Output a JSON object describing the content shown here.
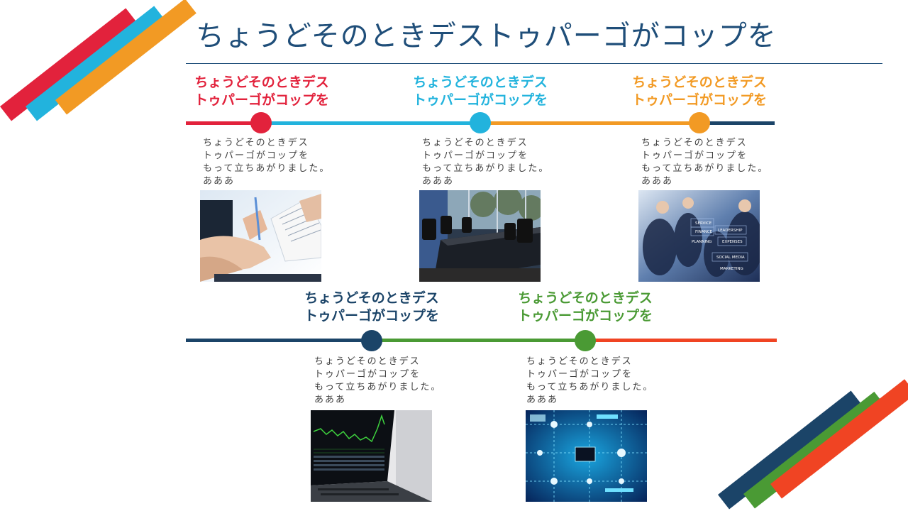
{
  "slide": {
    "title": "ちょうどそのときデストゥパーゴがコップを"
  },
  "colors": {
    "red": "#e2223c",
    "cyan": "#22b3dd",
    "orange": "#f29a24",
    "navy": "#1b4468",
    "green": "#4a9a34",
    "coral": "#f04423"
  },
  "timeline_top": [
    {
      "heading_line1": "ちょうどそのときデス",
      "heading_line2": "トゥパーゴがコップを",
      "body_line1": "ちょうどそのときデス",
      "body_line2": "トゥパーゴがコップを",
      "body_line3": "もって立ちあがりました。",
      "body_line4": "あああ",
      "image": "business-documents-photo"
    },
    {
      "heading_line1": "ちょうどそのときデス",
      "heading_line2": "トゥパーゴがコップを",
      "body_line1": "ちょうどそのときデス",
      "body_line2": "トゥパーゴがコップを",
      "body_line3": "もって立ちあがりました。",
      "body_line4": "あああ",
      "image": "conference-room-photo"
    },
    {
      "heading_line1": "ちょうどそのときデス",
      "heading_line2": "トゥパーゴがコップを",
      "body_line1": "ちょうどそのときデス",
      "body_line2": "トゥパーゴがコップを",
      "body_line3": "もって立ちあがりました。",
      "body_line4": "あああ",
      "image": "business-people-overlay-photo"
    }
  ],
  "timeline_bottom": [
    {
      "heading_line1": "ちょうどそのときデス",
      "heading_line2": "トゥパーゴがコップを",
      "body_line1": "ちょうどそのときデス",
      "body_line2": "トゥパーゴがコップを",
      "body_line3": "もって立ちあがりました。",
      "body_line4": "あああ",
      "image": "stock-chart-laptop-photo"
    },
    {
      "heading_line1": "ちょうどそのときデス",
      "heading_line2": "トゥパーゴがコップを",
      "body_line1": "ちょうどそのときデス",
      "body_line2": "トゥパーゴがコップを",
      "body_line3": "もって立ちあがりました。",
      "body_line4": "あああ",
      "image": "digital-network-photo"
    }
  ],
  "photo_text": {
    "overlay_words": [
      "SERVICE",
      "FINANCE",
      "LEADERSHIP",
      "EXPENSES",
      "SOCIAL MEDIA",
      "PLANNING",
      "MARKETING"
    ]
  }
}
